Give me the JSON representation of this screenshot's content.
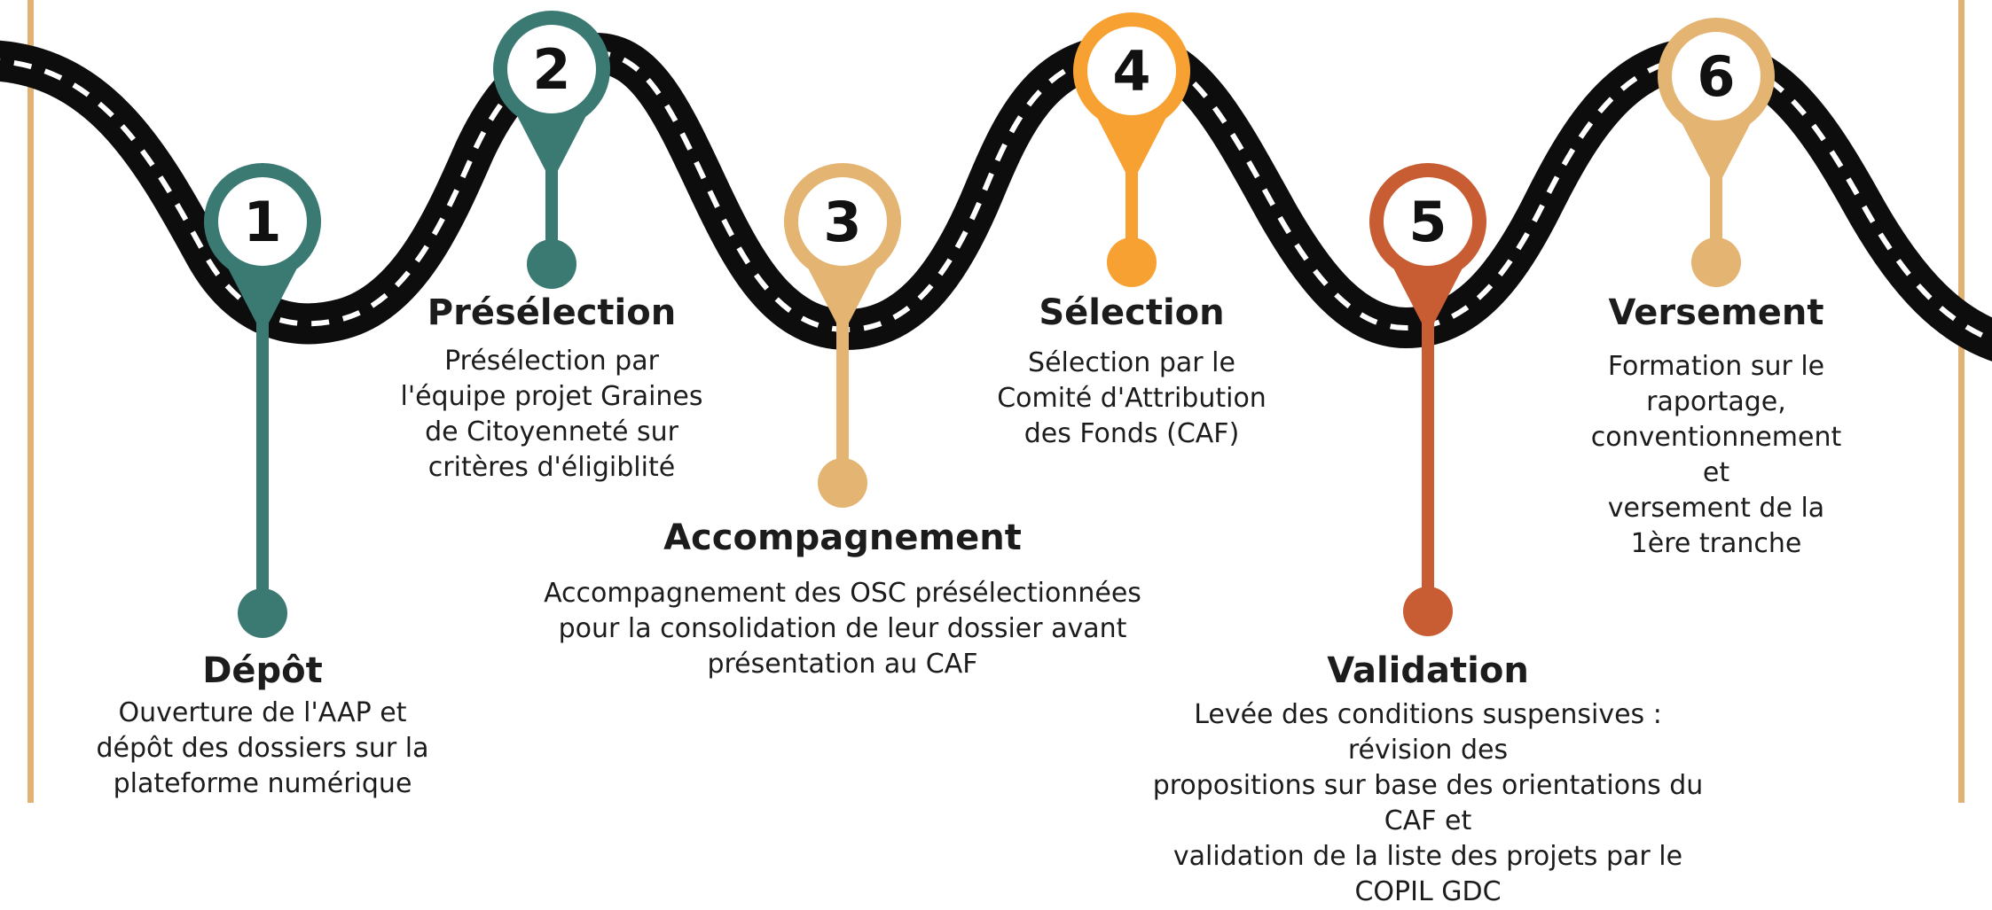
{
  "colors": {
    "road": "#0d0d0d",
    "road_marking": "#ffffff",
    "frame": "#e0b374"
  },
  "steps": [
    {
      "number": "1",
      "title": "Dépôt",
      "description": "Ouverture de l'AAP et\ndépôt des dossiers sur la\nplateforme numérique",
      "color": "#3b7a73"
    },
    {
      "number": "2",
      "title": "Présélection",
      "description": "Présélection par\nl'équipe projet Graines\nde Citoyenneté sur\ncritères d'éligiblité",
      "color": "#3b7a73"
    },
    {
      "number": "3",
      "title": "Accompagnement",
      "description": "Accompagnement des OSC présélectionnées\npour la consolidation de leur dossier avant\nprésentation au CAF",
      "color": "#e3b472"
    },
    {
      "number": "4",
      "title": "Sélection",
      "description": "Sélection par le\nComité d'Attribution\ndes Fonds (CAF)",
      "color": "#f8a133"
    },
    {
      "number": "5",
      "title": "Validation",
      "description": "Levée des  conditions suspensives : révision des\npropositions sur base des orientations du CAF et\nvalidation de la liste des projets par le COPIL GDC",
      "color": "#c85d33"
    },
    {
      "number": "6",
      "title": "Versement",
      "description": "Formation sur le raportage,\nconventionnement et\nversement de la 1ère tranche",
      "color": "#e3b472"
    }
  ]
}
